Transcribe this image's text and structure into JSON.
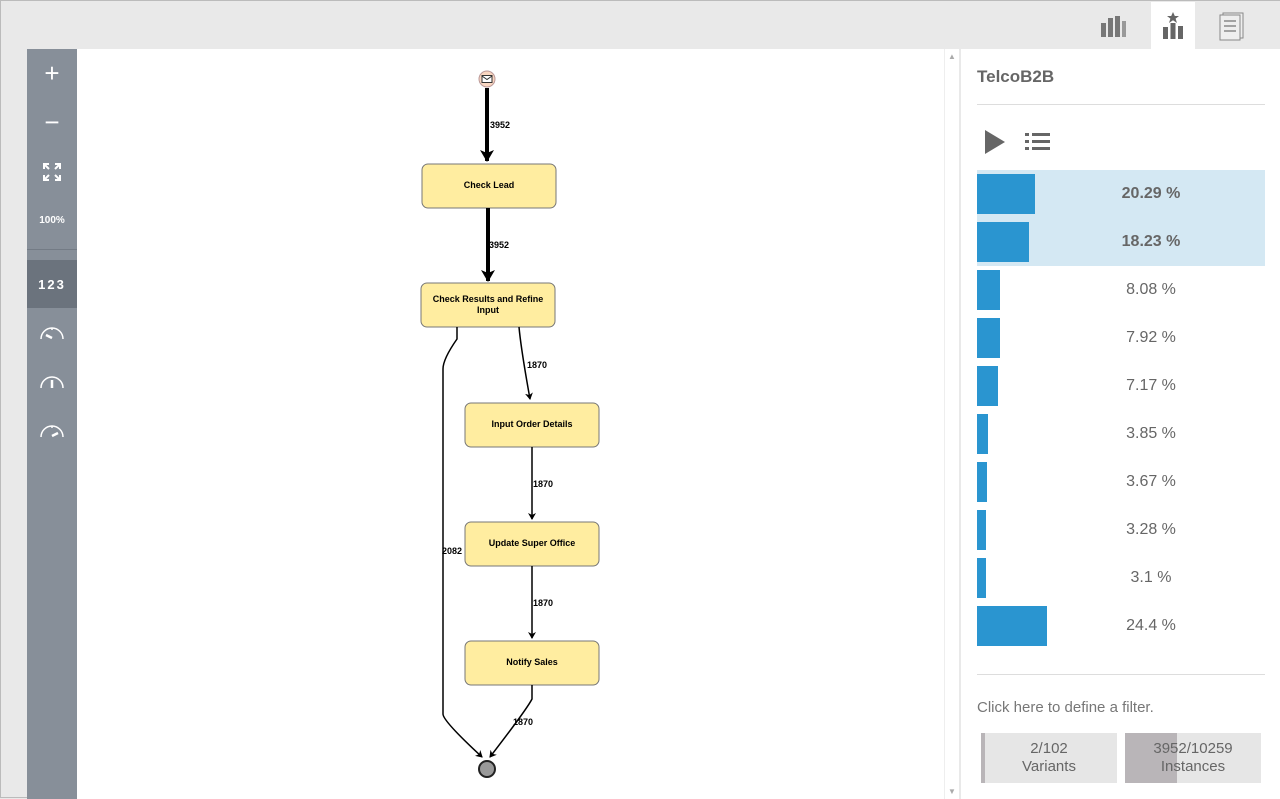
{
  "tabs": [
    {
      "icon": "bar-chart-icon"
    },
    {
      "icon": "top-variants-icon",
      "active": true
    },
    {
      "icon": "document-icon"
    }
  ],
  "toolbar": {
    "zoom_in": "+",
    "zoom_out": "−",
    "zoom_level": "100%",
    "numbers": "123"
  },
  "graph": {
    "nodes": {
      "n1": "Check Lead",
      "n2": "Check Results and Refine",
      "n2b": "Input",
      "n3": "Input Order Details",
      "n4": "Update Super Office",
      "n5": "Notify Sales"
    },
    "edges": {
      "start_n1": "3952",
      "n1_n2": "3952",
      "n2_n3": "1870",
      "n3_n4": "1870",
      "n4_n5": "1870",
      "n5_end": "1870",
      "n2_end": "2082"
    }
  },
  "panel": {
    "title": "TelcoB2B",
    "variants": [
      {
        "pct": 20.29,
        "label": "20.29 %",
        "selected": true
      },
      {
        "pct": 18.23,
        "label": "18.23 %",
        "selected": true
      },
      {
        "pct": 8.08,
        "label": "8.08 %"
      },
      {
        "pct": 7.92,
        "label": "7.92 %"
      },
      {
        "pct": 7.17,
        "label": "7.17 %"
      },
      {
        "pct": 3.85,
        "label": "3.85 %"
      },
      {
        "pct": 3.67,
        "label": "3.67 %"
      },
      {
        "pct": 3.28,
        "label": "3.28 %"
      },
      {
        "pct": 3.1,
        "label": "3.1 %"
      },
      {
        "pct": 24.4,
        "label": "24.4 %"
      }
    ],
    "filter_text": "Click here to define a filter.",
    "variants_stat": {
      "value": "2/102",
      "label": "Variants",
      "fraction": 0.0196
    },
    "instances_stat": {
      "value": "3952/10259",
      "label": "Instances",
      "fraction": 0.385
    }
  },
  "colors": {
    "accent": "#2a95d0",
    "selected_row": "#d4e8f3",
    "node_fill": "#ffeda0",
    "toolbar": "#878f99"
  }
}
